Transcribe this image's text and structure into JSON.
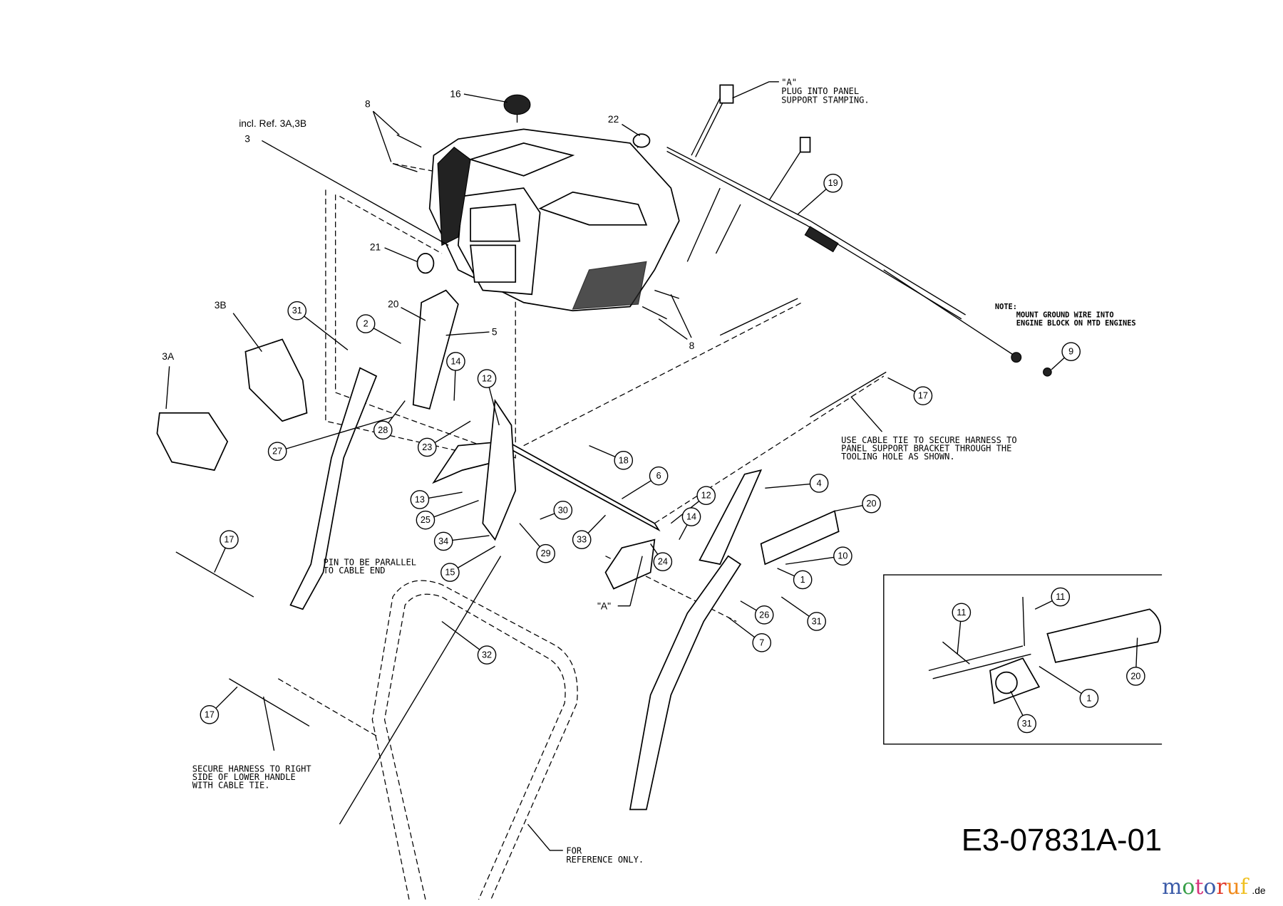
{
  "drawing_number": "E3-07831A-01",
  "watermark": {
    "text": "motoruf",
    "suffix": ".de",
    "colors": [
      "#3b5ba8",
      "#3aa04a",
      "#d8327a",
      "#3b5ba8",
      "#e23a2a",
      "#f08a1c",
      "#f0c020"
    ]
  },
  "labels": {
    "incl_ref": "incl. Ref. 3A,3B",
    "ref_a": "\"A\""
  },
  "plain_callouts": [
    "16",
    "8",
    "22",
    "3",
    "21",
    "3B",
    "20",
    "5",
    "3A",
    "8"
  ],
  "circled_callouts": [
    "31",
    "2",
    "14",
    "12",
    "28",
    "23",
    "27",
    "18",
    "6",
    "19",
    "9",
    "17",
    "4",
    "20",
    "12",
    "13",
    "25",
    "30",
    "14",
    "33",
    "34",
    "29",
    "15",
    "24",
    "1",
    "10",
    "26",
    "31",
    "7",
    "17",
    "32",
    "17",
    "11",
    "11",
    "20",
    "1",
    "31"
  ],
  "notes": {
    "plug": [
      "\"A\"",
      "PLUG INTO PANEL",
      "SUPPORT STAMPING."
    ],
    "ground": [
      "NOTE:",
      "MOUNT GROUND WIRE INTO",
      "ENGINE BLOCK ON MTD ENGINES"
    ],
    "cable_tie": [
      "USE CABLE TIE TO SECURE HARNESS TO",
      "PANEL SUPPORT BRACKET THROUGH THE",
      "TOOLING HOLE AS SHOWN."
    ],
    "pin": [
      "PIN TO BE PARALLEL",
      "TO CABLE END"
    ],
    "harness": [
      "SECURE HARNESS TO RIGHT",
      "SIDE OF LOWER HANDLE",
      "WITH CABLE TIE."
    ],
    "reference": [
      "FOR",
      "REFERENCE ONLY."
    ]
  }
}
